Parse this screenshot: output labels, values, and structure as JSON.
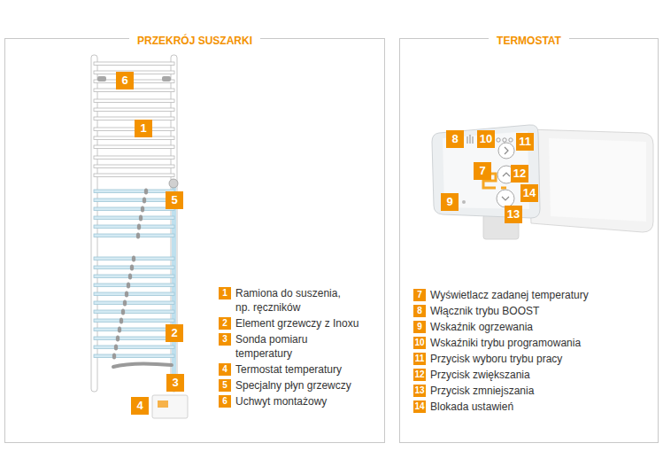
{
  "diagram": {
    "nodes": [
      {
        "text": [
          "PRZEKRÓJ SUSZARKI"
        ]
      },
      {
        "text": [
          "TERMOSTAT"
        ]
      }
    ],
    "labels": [
      "6",
      "1",
      "5",
      "2",
      "3",
      "4",
      "1",
      "Ramiona do suszenia, np. ręczników",
      "2",
      "Element grzewczy z Inoxu",
      "3",
      "Sonda pomiaru temperatury",
      "4",
      "Termostat temperatury",
      "5",
      "Specjalny płyn grzewczy",
      "6",
      "Uchwyt montażowy",
      "8",
      "10",
      "11",
      "7",
      "12",
      "14",
      "9",
      "13",
      "7",
      "Wyświetlacz zadanej temperatury",
      "8",
      "Włącznik trybu BOOST",
      "9",
      "Wskaźnik ogrzewania",
      "10",
      "Wskaźniki trybu programowania",
      "11",
      "Przycisk wyboru trybu pracy",
      "12",
      "Przycisk zwiększania",
      "13",
      "Przycisk zmniejszania",
      "14",
      "Blokada ustawień"
    ]
  }
}
